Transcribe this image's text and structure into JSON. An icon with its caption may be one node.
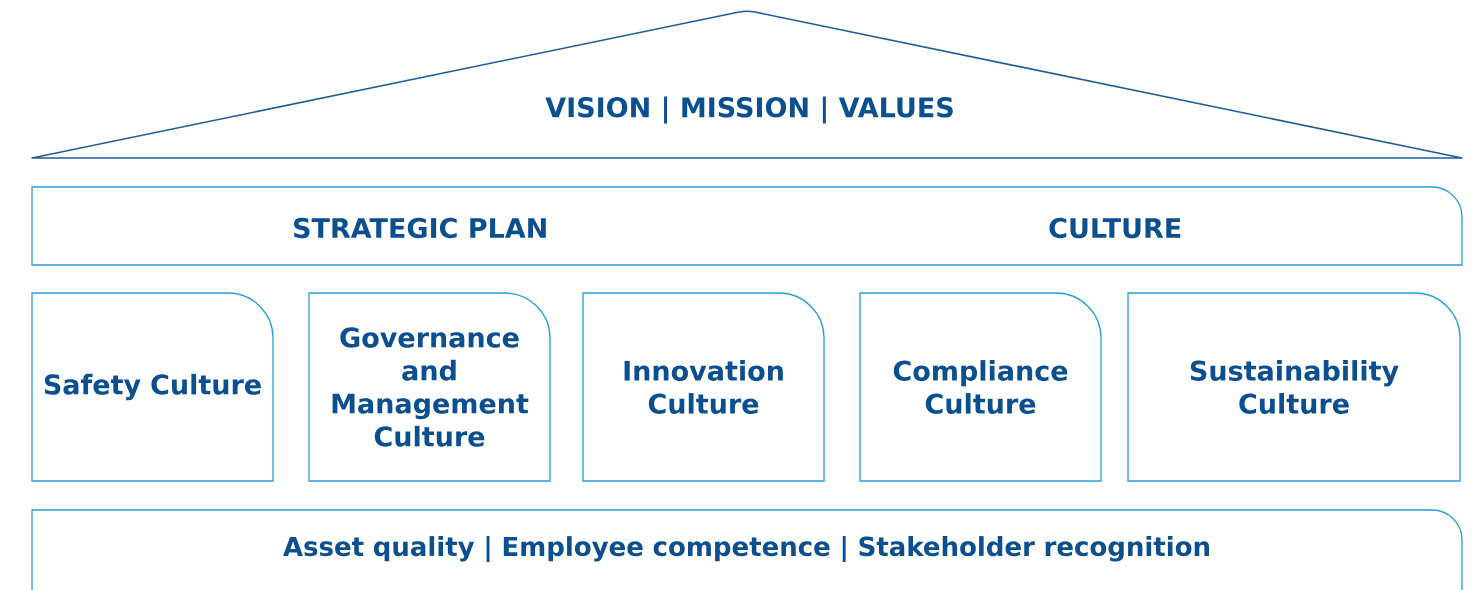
{
  "diagram": {
    "nodes": [
      {
        "text": [
          "VISION | MISSION | VALUES"
        ]
      },
      {
        "text": [
          "STRATEGIC PLAN",
          "CULTURE"
        ]
      },
      {
        "text": [
          "Safety Culture"
        ]
      },
      {
        "text": [
          "Governance and Management Culture"
        ]
      },
      {
        "text": [
          "Innovation Culture"
        ]
      },
      {
        "text": [
          "Compliance Culture"
        ]
      },
      {
        "text": [
          "Sustainability Culture"
        ]
      },
      {
        "text": [
          "Asset quality | Employee competence | Stakeholder recognition"
        ]
      }
    ]
  }
}
